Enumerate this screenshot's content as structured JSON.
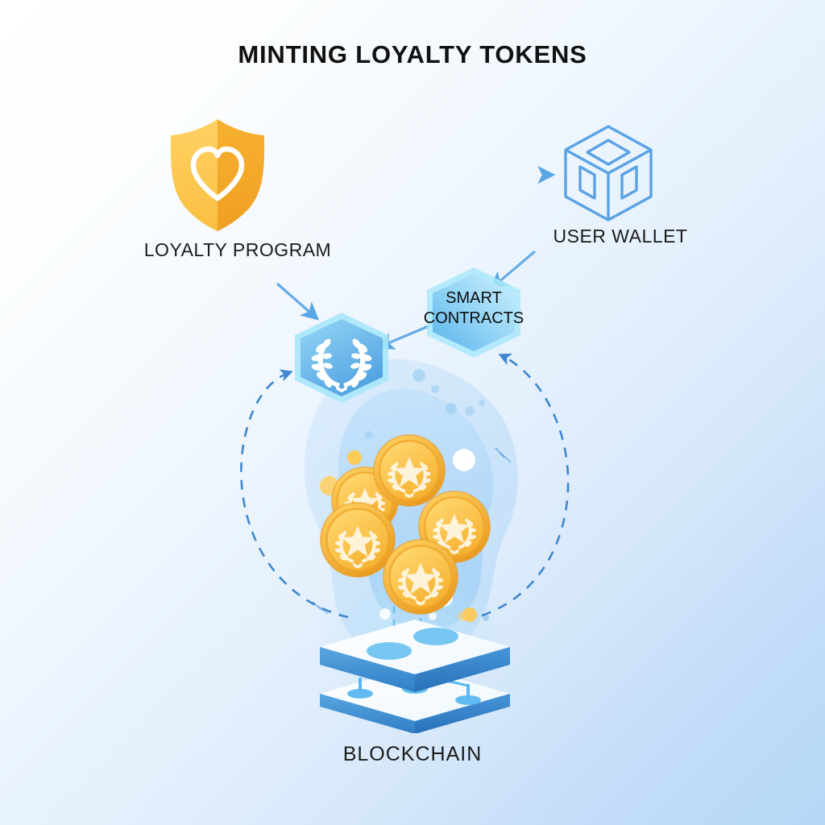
{
  "page": {
    "title": "MINTING LOYALTY TOKENS",
    "background": {
      "from": "#ffffff",
      "to": "#b5d7f6",
      "direction": "135deg"
    }
  },
  "palette": {
    "gold_light": "#ffd75e",
    "gold": "#f9b233",
    "gold_dark": "#f5a623",
    "blue_accent": "#5aa2e6",
    "blue_deep": "#2f7fd4",
    "hex_blue": "#6fc0f0",
    "hex_cyan_glow": "#9fe6fb",
    "slab_blue": "#3f8fd2",
    "text_dark": "#1b1b1b"
  },
  "nodes": {
    "loyalty_program": {
      "label": "LOYALTY PROGRAM",
      "icon": "shield-heart-icon",
      "icon_colors": {
        "fill_light": "#ffce55",
        "fill_dark": "#f2a22a",
        "emblem": "#ffffff"
      }
    },
    "user_wallet": {
      "label": "USER WALLET",
      "icon": "cube-wallet-icon",
      "icon_colors": {
        "stroke": "#5aa2e6"
      }
    },
    "smart_contracts": {
      "label_line1": "SMART",
      "label_line2": "CONTRACTS",
      "icon": "hexagon-badge-icon",
      "icon_colors": {
        "fill_top": "#bfeafc",
        "fill_bottom": "#5bb5ea",
        "glow": "#a9e7fb"
      }
    },
    "loyalty_token": {
      "label": "",
      "icon": "hexagon-laurel-icon",
      "icon_colors": {
        "fill_top": "#7ec9f2",
        "fill_bottom": "#4e9fe0",
        "glow": "#aae7fb",
        "emblem": "#ffffff"
      }
    },
    "token_coins": {
      "label": "",
      "icon": "gold-coin-laurel-star-icon",
      "count": 5,
      "icon_colors": {
        "rim": "#f0a92b",
        "face": "#ffc843",
        "emblem": "#fff6df"
      }
    },
    "blockchain": {
      "label": "BLOCKCHAIN",
      "icon": "isometric-blockchain-slabs-icon",
      "layers": 2,
      "icon_colors": {
        "top_face": "#ffffff",
        "side": "#3f8fd2",
        "node": "#4fb3ef"
      }
    }
  },
  "connections": [
    {
      "name": "loyalty-to-wallet",
      "from": "loyalty_program",
      "to": "user_wallet",
      "style": "solid-arrow",
      "direction": "right"
    },
    {
      "name": "wallet-to-smart-contracts",
      "from": "user_wallet",
      "to": "smart_contracts",
      "style": "solid-arrow",
      "direction": "down-left"
    },
    {
      "name": "loyalty-to-token",
      "from": "loyalty_program",
      "to": "loyalty_token",
      "style": "solid-arrow",
      "direction": "down-right"
    },
    {
      "name": "smart-contracts-to-token",
      "from": "smart_contracts",
      "to": "loyalty_token",
      "style": "solid-arrow",
      "direction": "left"
    },
    {
      "name": "blockchain-to-token-arc",
      "from": "blockchain",
      "to": "loyalty_token",
      "style": "dashed-arc",
      "direction": "up-left-arc"
    },
    {
      "name": "blockchain-to-smart-contracts-arc",
      "from": "blockchain",
      "to": "smart_contracts",
      "style": "dashed-arc",
      "direction": "up-right-arc"
    },
    {
      "name": "coins-drop-to-blockchain",
      "from": "token_coins",
      "to": "blockchain",
      "style": "dashed-drop",
      "direction": "down"
    }
  ]
}
